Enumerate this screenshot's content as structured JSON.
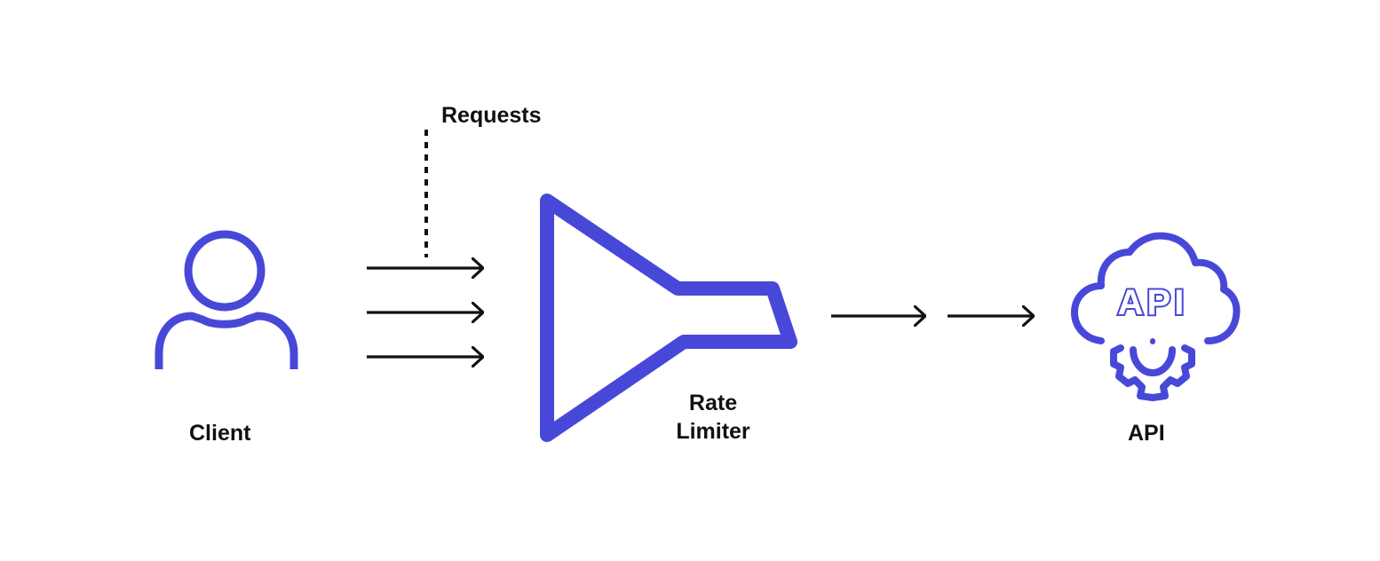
{
  "labels": {
    "client": "Client",
    "requests": "Requests",
    "rate_limiter_line1": "Rate",
    "rate_limiter_line2": "Limiter",
    "api": "API",
    "api_icon_text": "API"
  },
  "icons": {
    "client": "user-icon",
    "rate_limiter": "funnel-icon",
    "api": "cloud-gear-icon"
  },
  "colors": {
    "accent": "#4848d8",
    "arrow": "#111111"
  }
}
